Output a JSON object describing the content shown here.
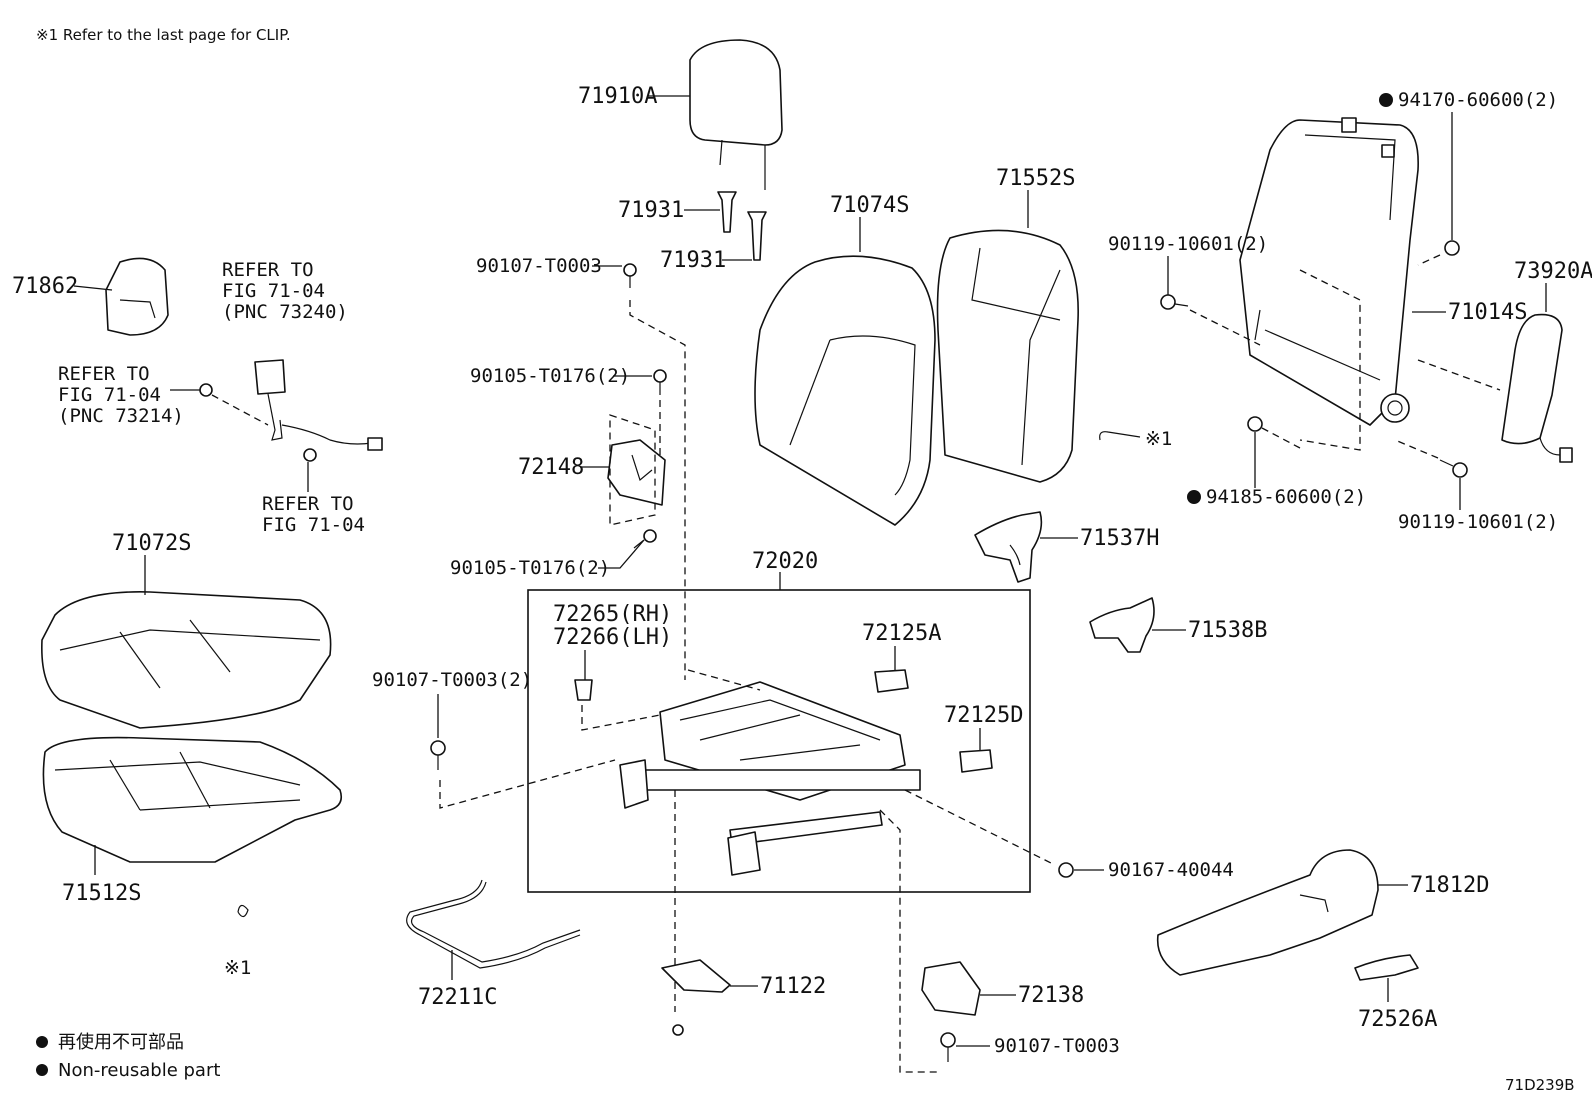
{
  "note_clip": "※1 Refer to the last page for CLIP.",
  "figure_code": "71D239B",
  "legend": [
    {
      "symbol": "●",
      "text": "再使用不可部品"
    },
    {
      "symbol": "●",
      "text": "Non-reusable part"
    }
  ],
  "parts": {
    "p71910A": "71910A",
    "p71931a": "71931",
    "p71931b": "71931",
    "p71074S": "71074S",
    "p71552S": "71552S",
    "p90107_T0003_top": "90107-T0003",
    "p90105_a": "90105-T0176(2)",
    "p72148": "72148",
    "p90105_b": "90105-T0176(2)",
    "p71862": "71862",
    "p71072S": "71072S",
    "p71512S": "71512S",
    "p72020": "72020",
    "p72265": "72265(RH)",
    "p72266": "72266(LH)",
    "p72125A": "72125A",
    "p72125D": "72125D",
    "p90107_2": "90107-T0003(2)",
    "p72211C": "72211C",
    "p71122": "71122",
    "p72138": "72138",
    "p90107_bot": "90107-T0003",
    "p90167": "90167-40044",
    "p71537H": "71537H",
    "p71538B": "71538B",
    "p71812D": "71812D",
    "p72526A": "72526A",
    "p94170": "94170-60600(2)",
    "p90119_a": "90119-10601(2)",
    "p71014S": "71014S",
    "p73920A": "73920A",
    "p94185": "94185-60600(2)",
    "p90119_b": "90119-10601(2)",
    "clip_ref_a": "※1",
    "clip_ref_b": "※1"
  },
  "refs": {
    "ref1": [
      "REFER TO",
      "FIG 71-04",
      "(PNC 73240)"
    ],
    "ref2": [
      "REFER TO",
      "FIG 71-04",
      "(PNC 73214)"
    ],
    "ref3": [
      "REFER TO",
      "FIG 71-04"
    ]
  }
}
